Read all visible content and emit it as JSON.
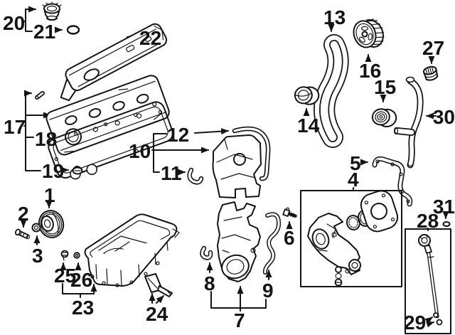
{
  "figure": {
    "title": "engine parts diagram",
    "background": "#ffffff",
    "line_color": "#141414",
    "label_color": "#141414"
  },
  "callouts": {
    "c1": "1",
    "c2": "2",
    "c3": "3",
    "c4": "4",
    "c5": "5",
    "c6": "6",
    "c7": "7",
    "c8": "8",
    "c9": "9",
    "c10": "10",
    "c11": "11",
    "c12": "12",
    "c13": "13",
    "c14": "14",
    "c15": "15",
    "c16": "16",
    "c17": "17",
    "c18": "18",
    "c19": "19",
    "c20": "20",
    "c21": "21",
    "c22": "22",
    "c23": "23",
    "c24": "24",
    "c25": "25",
    "c26": "26",
    "c27": "27",
    "c28": "28",
    "c29": "29",
    "c30": "30",
    "c31": "31"
  }
}
